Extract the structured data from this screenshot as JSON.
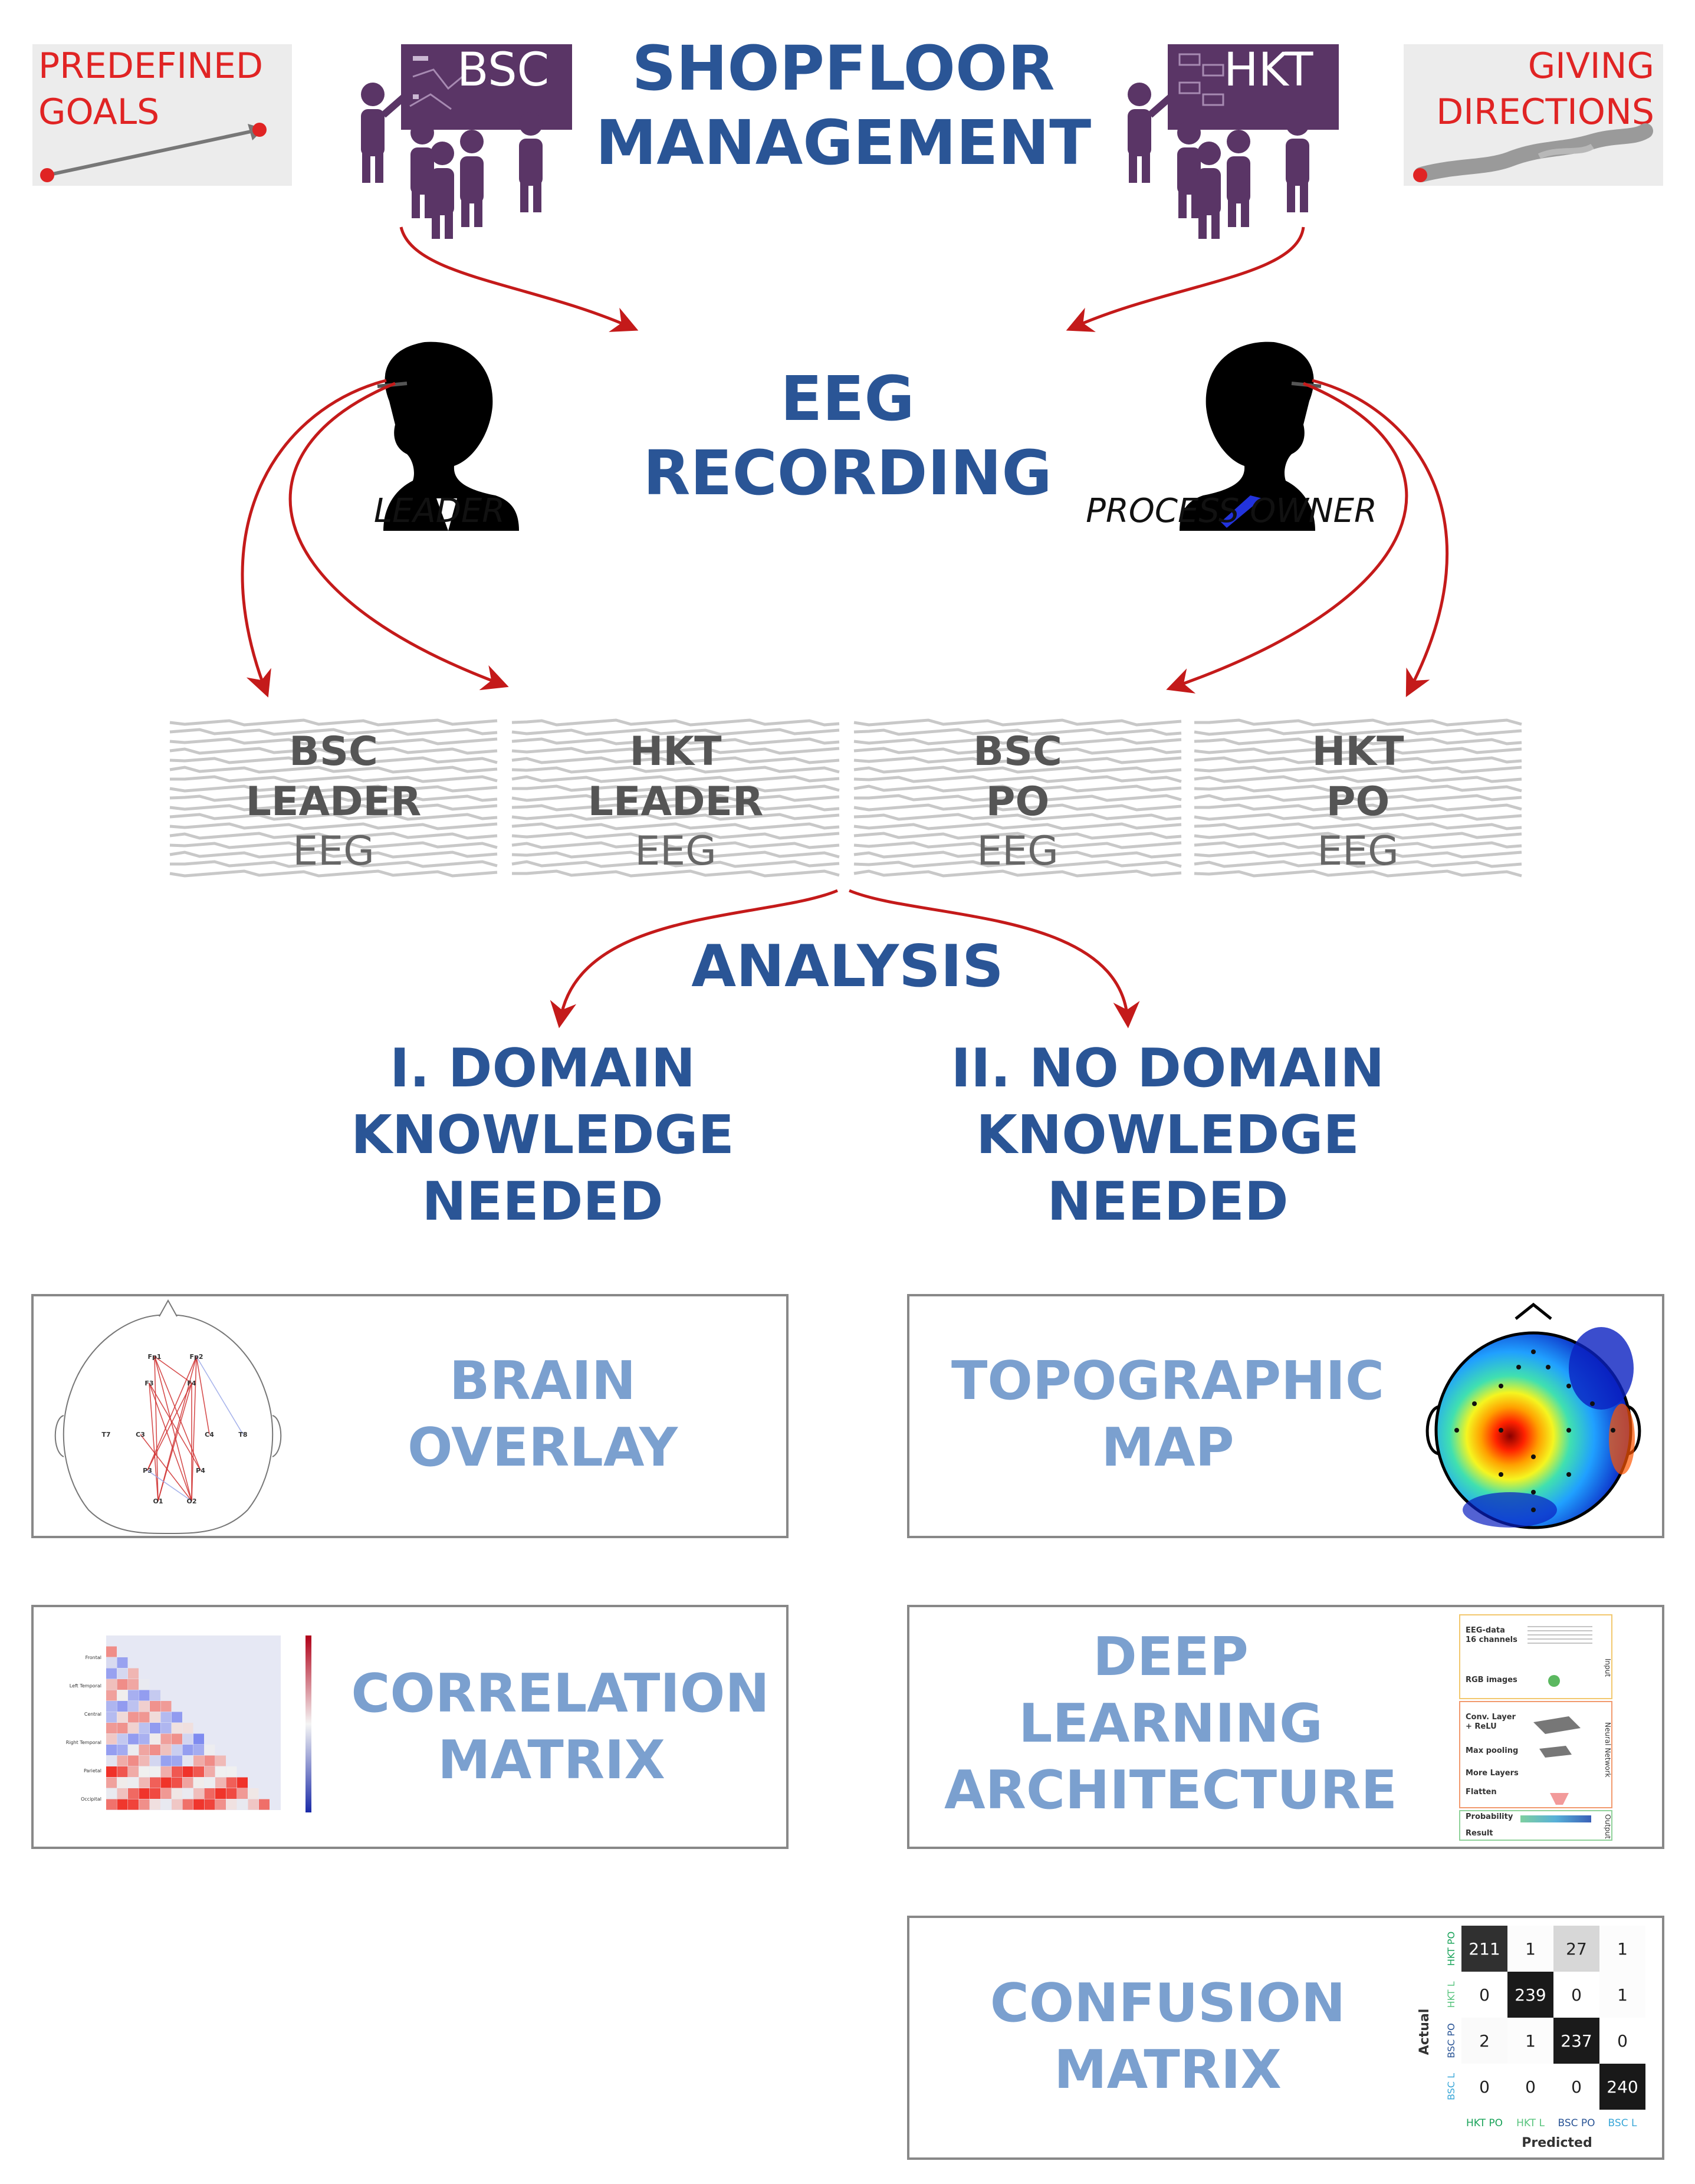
{
  "header": {
    "title_line1": "SHOPFLOOR",
    "title_line2": "MANAGEMENT",
    "left_note_line1": "PREDEFINED",
    "left_note_line2": "GOALS",
    "right_note_line1": "GIVING",
    "right_note_line2": "DIRECTIONS",
    "left_board": "BSC",
    "right_board": "HKT"
  },
  "recording": {
    "title_line1": "EEG",
    "title_line2": "RECORDING",
    "left_person": "LEADER",
    "right_person": "PROCESS OWNER"
  },
  "eeg_blocks": [
    {
      "line1": "BSC",
      "line2": "LEADER",
      "line3": "EEG"
    },
    {
      "line1": "HKT",
      "line2": "LEADER",
      "line3": "EEG"
    },
    {
      "line1": "BSC",
      "line2": "PO",
      "line3": "EEG"
    },
    {
      "line1": "HKT",
      "line2": "PO",
      "line3": "EEG"
    }
  ],
  "analysis": {
    "title": "ANALYSIS",
    "left_line1": "I. DOMAIN",
    "left_line2": "KNOWLEDGE",
    "left_line3": "NEEDED",
    "right_line1": "II. NO DOMAIN",
    "right_line2": "KNOWLEDGE",
    "right_line3": "NEEDED"
  },
  "panels": {
    "brain_overlay": {
      "line1": "BRAIN",
      "line2": "OVERLAY",
      "electrodes": [
        "Fp1",
        "Fp2",
        "F3",
        "F4",
        "T7",
        "C3",
        "C4",
        "T8",
        "P3",
        "P4",
        "O1",
        "O2"
      ]
    },
    "topographic_map": {
      "line1": "TOPOGRAPHIC",
      "line2": "MAP"
    },
    "correlation_matrix": {
      "line1": "CORRELATION",
      "line2": "MATRIX",
      "row_groups": [
        "Frontal",
        "Left Temporal",
        "Central",
        "Right Temporal",
        "Parietal",
        "Occipital"
      ]
    },
    "deep_learning": {
      "line1": "DEEP",
      "line2": "LEARNING",
      "line3": "ARCHITECTURE",
      "steps": [
        "EEG-data\n16 channels",
        "RGB images",
        "Conv. Layer\n+ ReLU",
        "Max pooling",
        "More Layers",
        "Flatten",
        "Probability",
        "Result"
      ],
      "side_labels": [
        "Input",
        "Neural Network",
        "Output"
      ]
    },
    "confusion_matrix": {
      "line1": "CONFUSION",
      "line2": "MATRIX"
    }
  },
  "confusion_data": {
    "ylabel": "Actual",
    "xlabel": "Predicted",
    "row_labels": [
      "HKT PO",
      "HKT L",
      "BSC PO",
      "BSC L"
    ],
    "col_labels": [
      "HKT PO",
      "HKT L",
      "BSC PO",
      "BSC L"
    ],
    "label_colors": [
      "#1aa35a",
      "#58c47e",
      "#2a5596",
      "#3aa7d8"
    ],
    "values": [
      [
        211,
        1,
        27,
        1
      ],
      [
        0,
        239,
        0,
        1
      ],
      [
        2,
        1,
        237,
        0
      ],
      [
        0,
        0,
        0,
        240
      ]
    ],
    "max": 240
  }
}
